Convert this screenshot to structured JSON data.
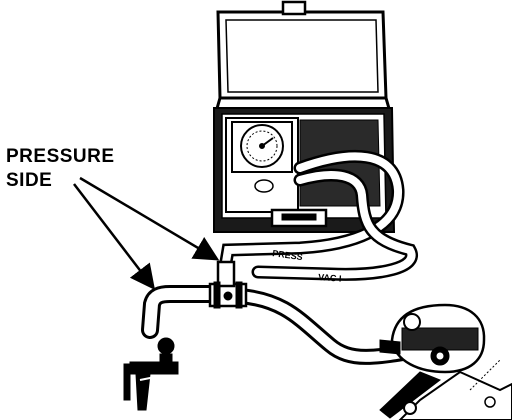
{
  "callout": {
    "line1": "PRESSURE",
    "line2": "SIDE"
  },
  "hose_labels": {
    "pressure_hose": "PRESS",
    "vacuum_hose": "VAC I"
  },
  "colors": {
    "ink": "#000000",
    "paper": "#ffffff",
    "shade": "#333333"
  },
  "icons": [
    "tester-case",
    "pressure-gauge",
    "hose",
    "tee-fitting",
    "pinch-valve",
    "engine-component"
  ]
}
